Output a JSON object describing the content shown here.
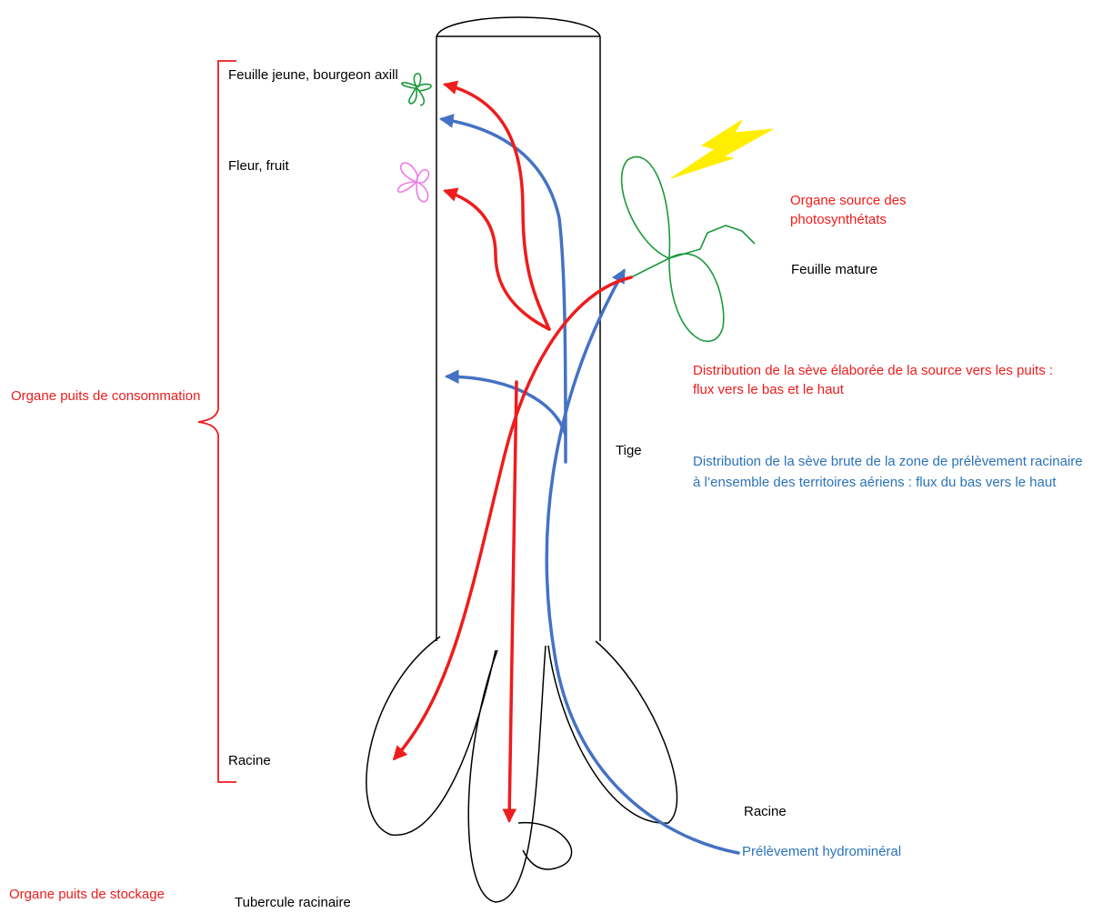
{
  "labels": {
    "young_leaf": "Feuille jeune, bourgeon axill",
    "flower_fruit": "Fleur, fruit",
    "root_left": "Racine",
    "tuber": "Tubercule racinaire",
    "stem": "Tige",
    "mature_leaf": "Feuille mature",
    "root_right": "Racine"
  },
  "annotations": {
    "sink_consumption": "Organe puits de consommation",
    "sink_storage": "Organe puits de stockage",
    "source_organ": "Organe source des photosynthétats",
    "elaborated_sap": "Distribution de la sève élaborée de la source vers les puits : flux vers le bas et le haut",
    "raw_sap": "Distribution de la sève brute de la zone de prélèvement racinaire à l’ensemble des territoires aériens : flux du bas vers le haut",
    "uptake": "Prélèvement hydrominéral"
  },
  "colors": {
    "elaborated_sap": "#ee1c1c",
    "raw_sap": "#4472c4",
    "leaf": "#1a9a3a",
    "flower": "#f07be8",
    "lightning": "#ffee00",
    "outline": "#000000"
  }
}
